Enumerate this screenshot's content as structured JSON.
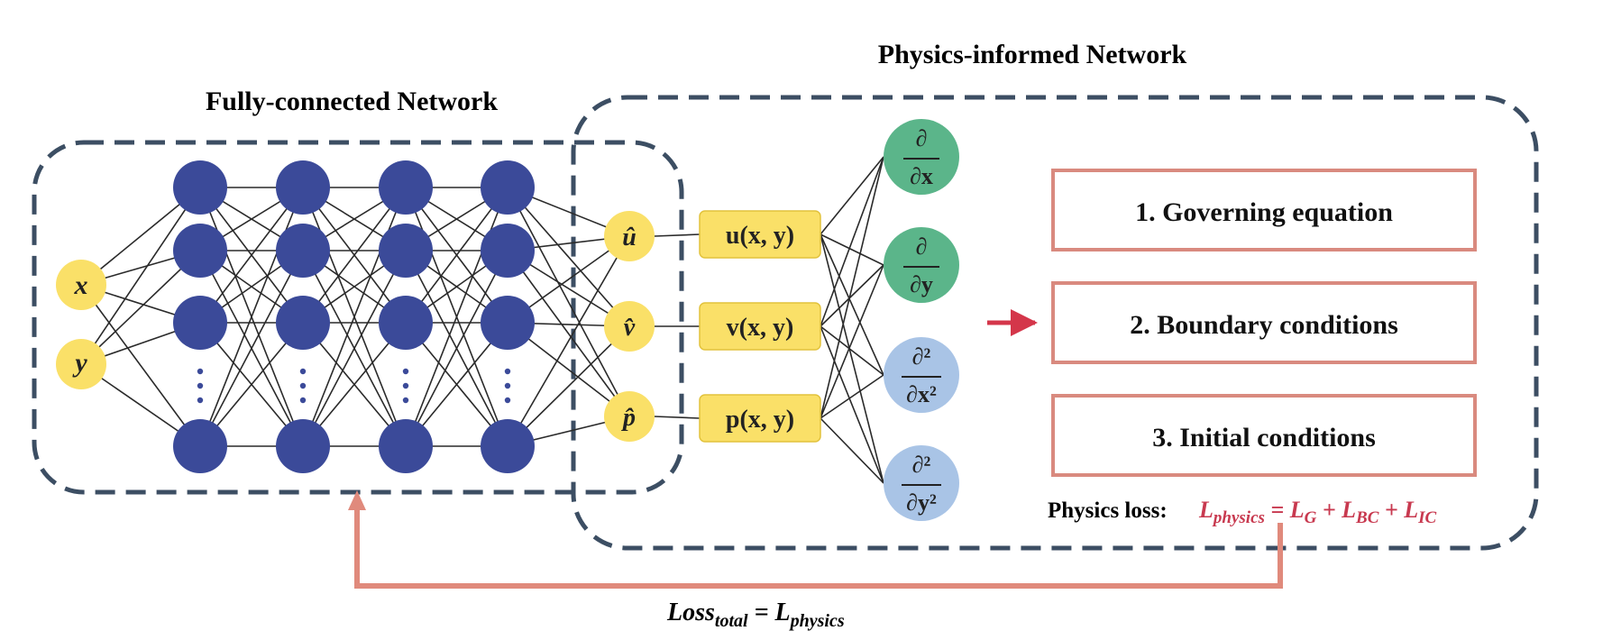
{
  "titles": {
    "fcn": "Fully-connected Network",
    "pin": "Physics-informed Network"
  },
  "inputs": [
    "x",
    "y"
  ],
  "hidden": {
    "layers": 4,
    "neurons_shown": 4,
    "ellipsis": "⋮"
  },
  "outputs": [
    {
      "sym": "û",
      "fn": "u(x, y)"
    },
    {
      "sym": "v̂",
      "fn": "v(x, y)"
    },
    {
      "sym": "p̂",
      "fn": "p(x, y)"
    }
  ],
  "derivatives": [
    {
      "num": "∂",
      "den": "∂x",
      "color": "#5bb58a"
    },
    {
      "num": "∂",
      "den": "∂y",
      "color": "#5bb58a"
    },
    {
      "num": "∂²",
      "den": "∂x²",
      "color": "#a9c4e6"
    },
    {
      "num": "∂²",
      "den": "∂y²",
      "color": "#a9c4e6"
    }
  ],
  "conditions": [
    "1. Governing equation",
    "2. Boundary conditions",
    "3. Initial conditions"
  ],
  "physics_loss": {
    "label": "Physics loss:",
    "equation": "L_physics = L_G + L_BC + L_IC"
  },
  "total_loss": "Loss_total = L_physics",
  "colors": {
    "neuron": "#3b4a99",
    "io_node": "#fae068",
    "dash": "#3c4e63",
    "box_border": "#d98a7f",
    "arrow_red": "#d4364a",
    "feedback": "#e08a7c"
  }
}
